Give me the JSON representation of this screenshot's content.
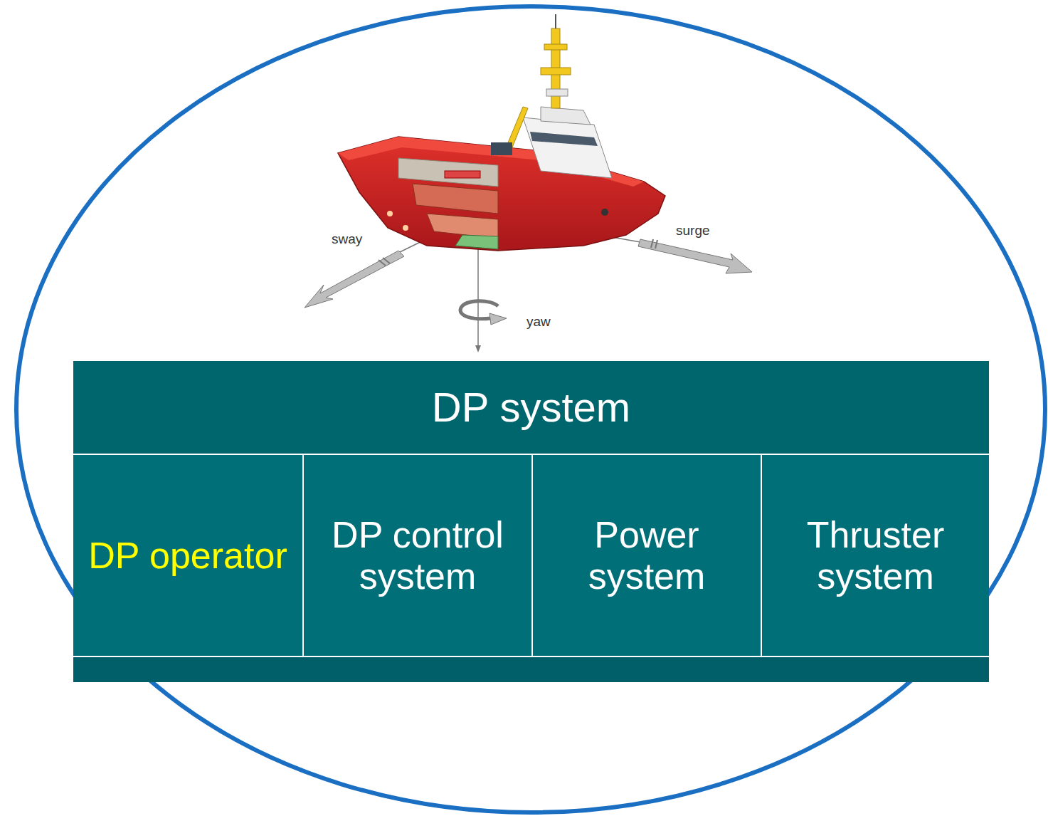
{
  "diagram": {
    "nodes": [
      {
        "text": [
          "DP system"
        ]
      },
      {
        "text": [
          "DP operator"
        ],
        "in": 0
      },
      {
        "text": [
          "DP control system"
        ],
        "in": 0
      },
      {
        "text": [
          "Power system"
        ],
        "in": 0
      },
      {
        "text": [
          "Thruster system"
        ],
        "in": 0
      }
    ],
    "labels": [
      "sway",
      "surge",
      "yaw"
    ]
  }
}
